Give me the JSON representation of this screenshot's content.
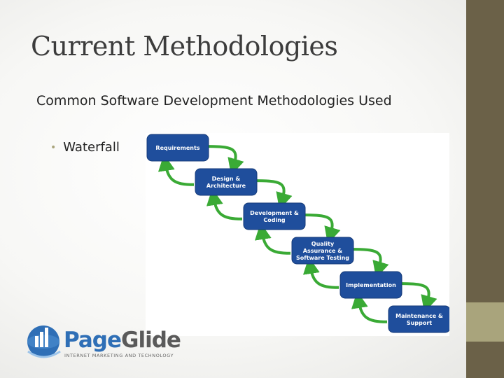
{
  "slide": {
    "title": "Current Methodologies",
    "subtitle": "Common Software Development Methodologies Used",
    "bullets": [
      "Waterfall"
    ]
  },
  "waterfall": {
    "stages": [
      {
        "lines": [
          "Requirements"
        ]
      },
      {
        "lines": [
          "Design &",
          "Architecture"
        ]
      },
      {
        "lines": [
          "Development &",
          "Coding"
        ]
      },
      {
        "lines": [
          "Quality",
          "Assurance &",
          "Software Testing"
        ]
      },
      {
        "lines": [
          "Implementation"
        ]
      },
      {
        "lines": [
          "Maintenance &",
          "Support"
        ]
      }
    ],
    "box_color": "#1f4e9c",
    "arrow_color": "#3aaa35"
  },
  "logo": {
    "word_page": "Page",
    "word_glide": "Glide",
    "tagline": "INTERNET MARKETING AND TECHNOLOGY",
    "icon": "chart-globe-icon"
  },
  "theme": {
    "sidebar_color": "#6b6148",
    "sidebar_accent": "#a9a47c"
  }
}
